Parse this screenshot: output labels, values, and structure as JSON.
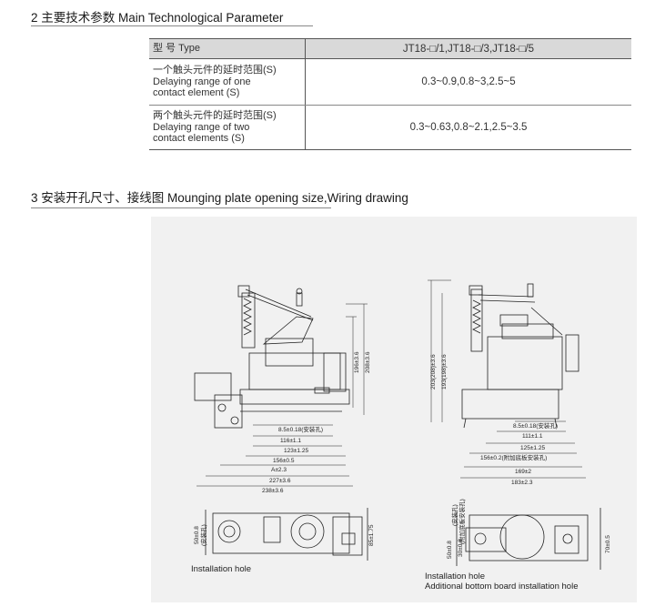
{
  "section2": {
    "title": "2 主要技术参数 Main Technological Parameter"
  },
  "spec_table": {
    "header": {
      "label": "型 号 Type",
      "value": "JT18-□/1,JT18-□/3,JT18-□/5"
    },
    "rows": [
      {
        "label_cn": "一个触头元件的延时范围(S)",
        "label_en_1": "Delaying range of one",
        "label_en_2": "contact element (S)",
        "value": "0.3~0.9,0.8~3,2.5~5"
      },
      {
        "label_cn": "两个触头元件的延时范围(S)",
        "label_en_1": "Delaying range of two",
        "label_en_2": "contact elements (S)",
        "value": "0.3~0.63,0.8~2.1,2.5~3.5"
      }
    ]
  },
  "section3": {
    "title": "3 安装开孔尺寸、接线图 Mounging plate opening size,Wiring drawing"
  },
  "drawing_left": {
    "dims": [
      "8.5±0.18(安装孔)",
      "116±1.1",
      "123±1.25",
      "156±0.5",
      "A±2.3",
      "227±3.6",
      "238±3.6",
      "196±3.6",
      "208±3.6"
    ],
    "bottom_dims": [
      "50±0.8",
      "(安装孔)",
      "85±1.75"
    ],
    "caption": "Installation hole"
  },
  "drawing_right": {
    "dims": [
      "8.5±0.18(安装孔)",
      "111±1.1",
      "125±1.25",
      "156±0.2(附加底板安装孔)",
      "169±2",
      "183±2.3",
      "203(208)±3.6",
      "193(198)±3.6"
    ],
    "bottom_dims": [
      "50±0.8",
      "30±0.8",
      "(安装孔)",
      "(附加底板安装孔)",
      "70±0.5"
    ],
    "caption_1": "Installation hole",
    "caption_2": "Additional bottom board installation hole"
  }
}
